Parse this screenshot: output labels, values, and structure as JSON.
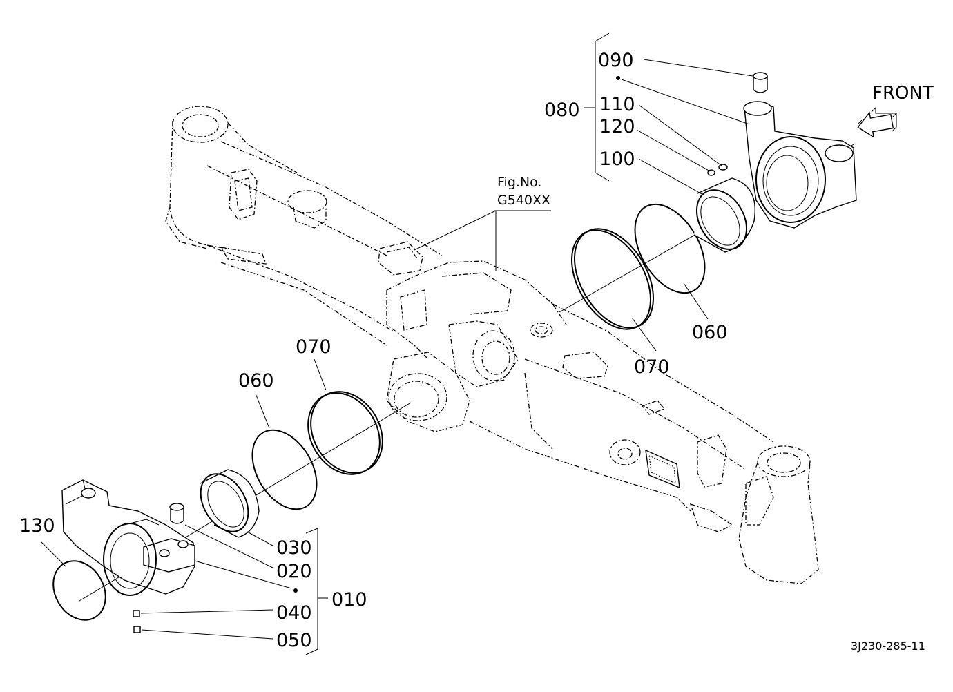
{
  "diagram": {
    "labels": {
      "p010": "010",
      "p020": "020",
      "p030": "030",
      "p040": "040",
      "p050": "050",
      "p060_left": "060",
      "p060_right": "060",
      "p070_left": "070",
      "p070_right": "070",
      "p080": "080",
      "p090": "090",
      "p100": "100",
      "p110": "110",
      "p120": "120",
      "p130": "130"
    },
    "fig_ref_line1": "Fig.No.",
    "fig_ref_line2": "G540XX",
    "front_label": "FRONT",
    "drawing_code": "3J230-285-11"
  }
}
